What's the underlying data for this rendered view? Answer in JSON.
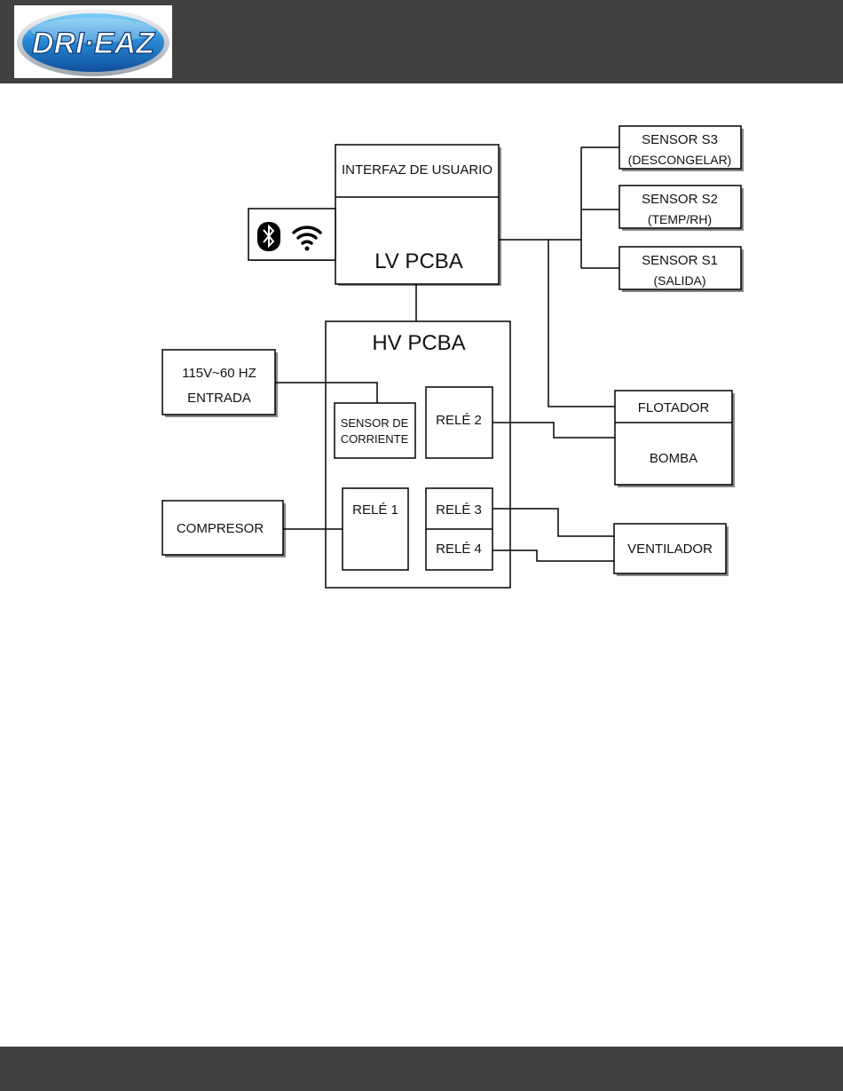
{
  "header": {
    "logo_text": "DRI·EAZ",
    "logo_colors": {
      "blue": "#1c6fbf",
      "light_blue": "#6ec1f0",
      "silver": "#c7ccd1"
    }
  },
  "diagram": {
    "user_interface": "INTERFAZ DE USUARIO",
    "lv_pcba": "LV PCBA",
    "hv_pcba": "HV PCBA",
    "sensor_s3": {
      "line1": "SENSOR S3",
      "line2": "(DESCONGELAR)"
    },
    "sensor_s2": {
      "line1": "SENSOR S2",
      "line2": "(TEMP/RH)"
    },
    "sensor_s1": {
      "line1": "SENSOR S1",
      "line2": "(SALIDA)"
    },
    "power_input": {
      "line1": "115V~60 HZ",
      "line2": "ENTRADA"
    },
    "current_sensor": {
      "line1": "SENSOR DE",
      "line2": "CORRIENTE"
    },
    "relay1": "RELÉ 1",
    "relay2": "RELÉ 2",
    "relay3": "RELÉ 3",
    "relay4": "RELÉ 4",
    "compressor": "COMPRESOR",
    "float": "FLOTADOR",
    "pump": "BOMBA",
    "fan": "VENTILADOR",
    "icons": [
      "bluetooth-icon",
      "wifi-icon"
    ]
  },
  "colors": {
    "header_bar": "#404040",
    "footer_bar": "#404040",
    "line": "#000000"
  }
}
